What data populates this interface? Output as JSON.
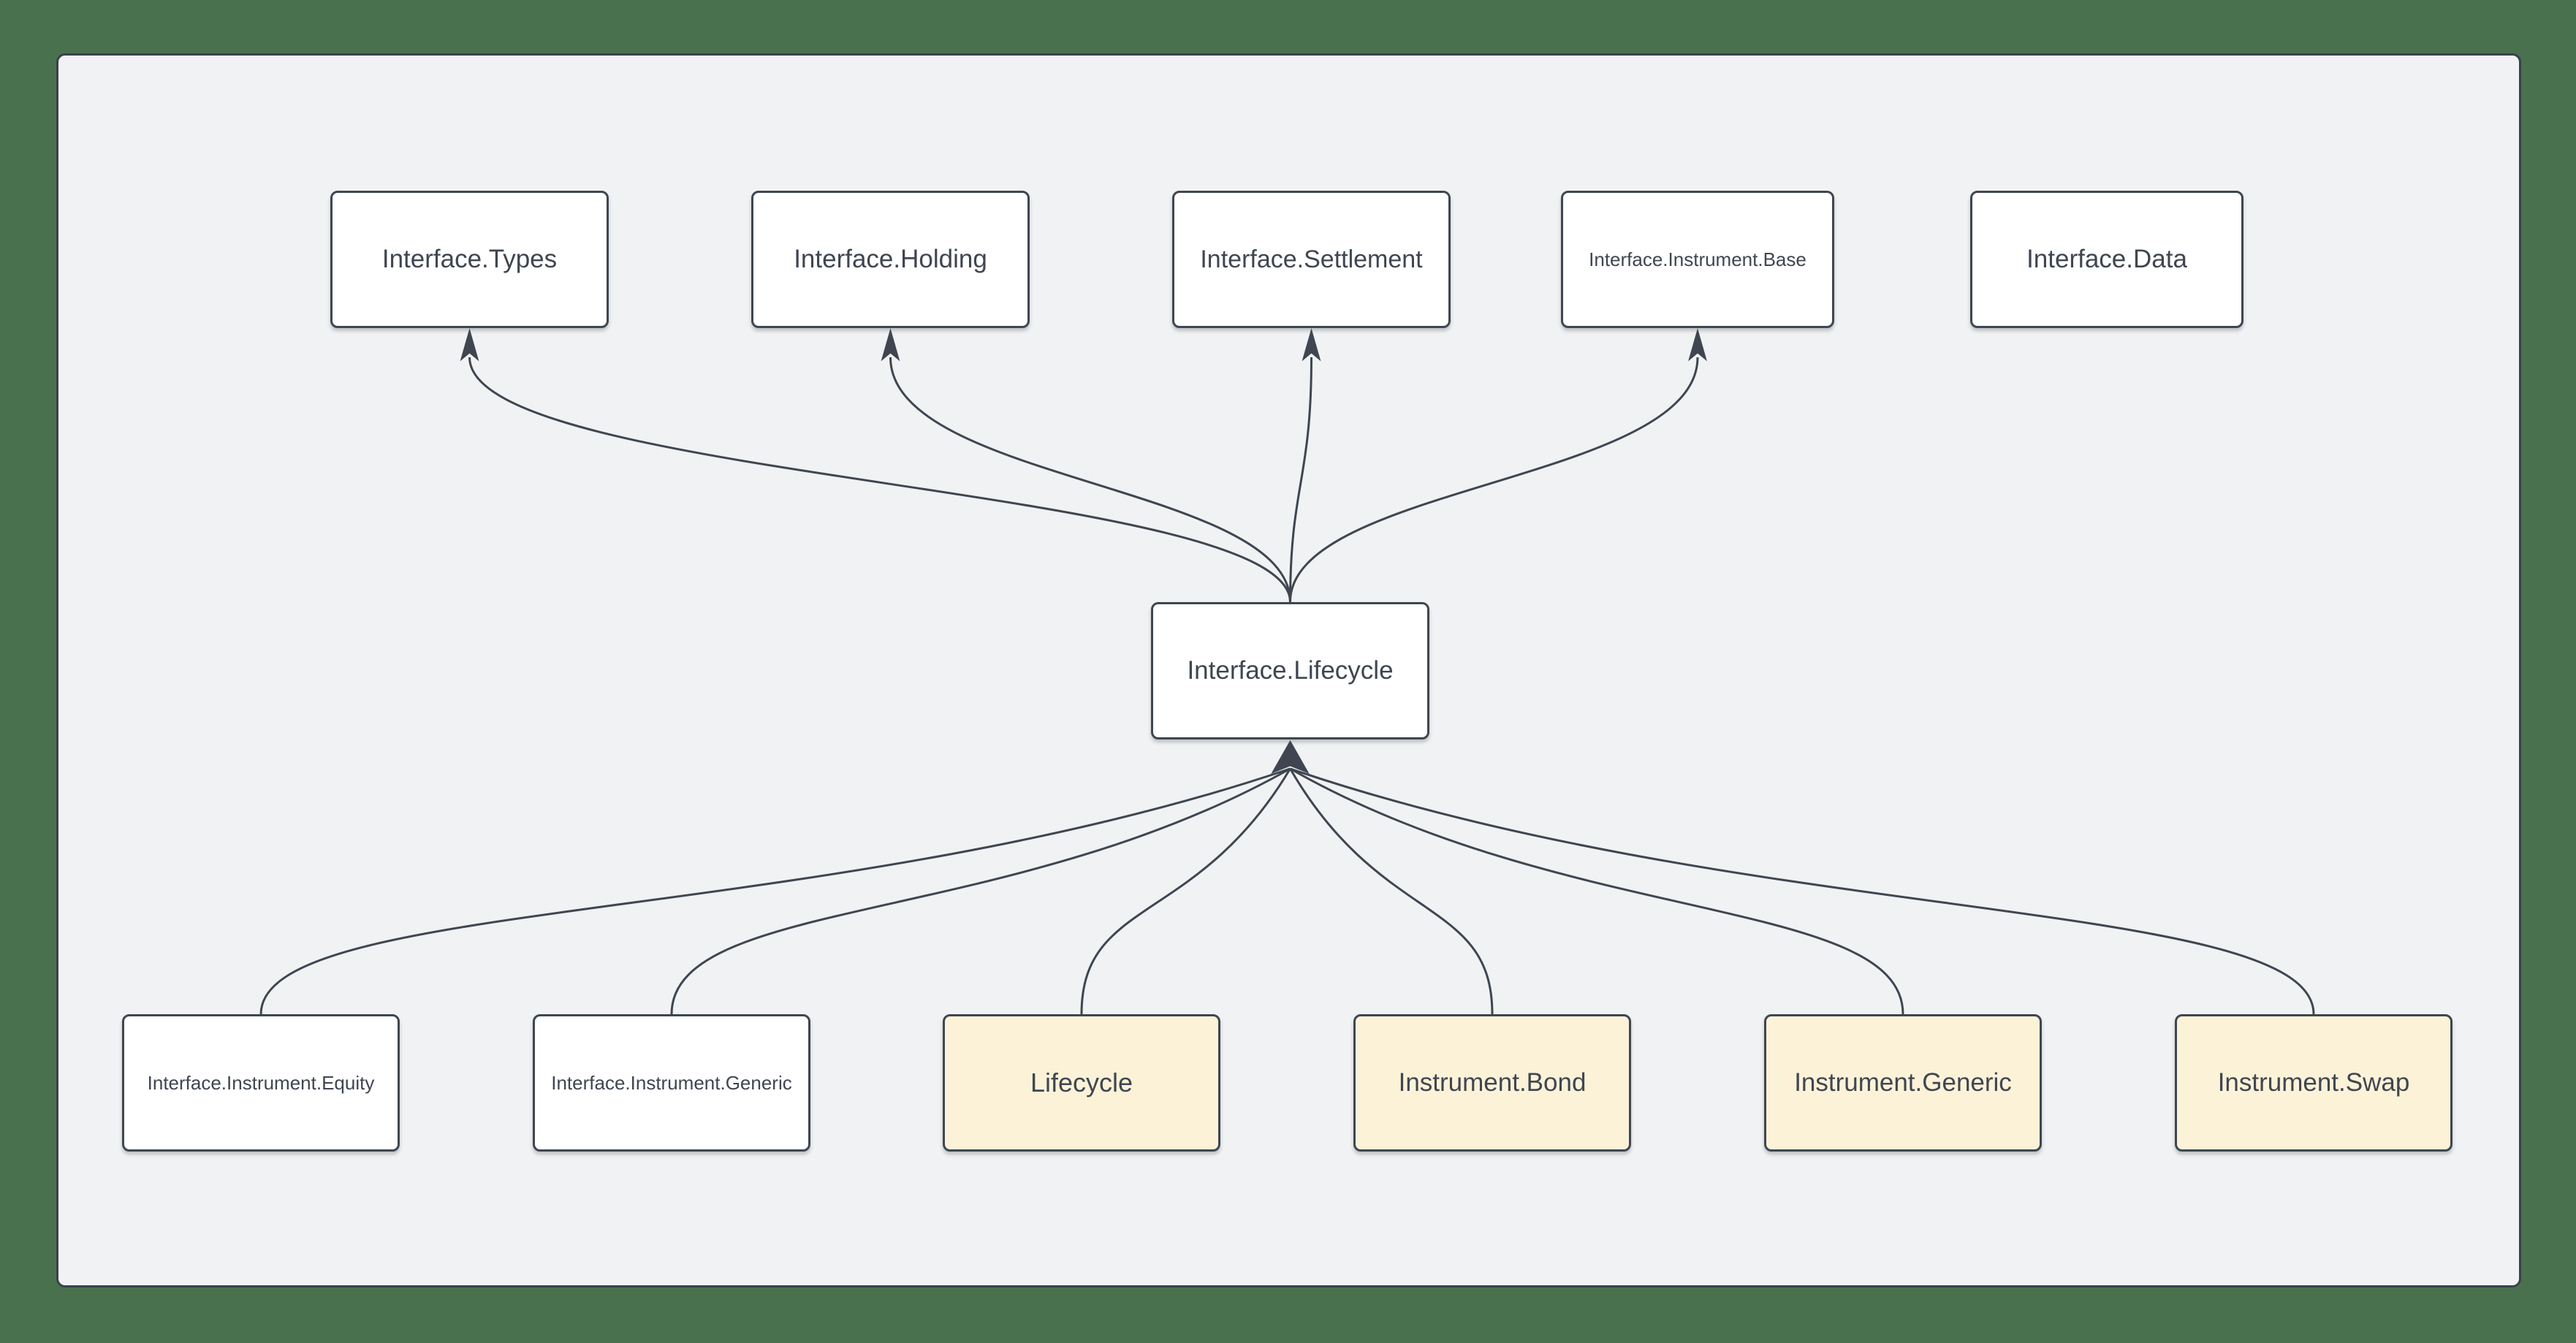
{
  "diagram": {
    "colors": {
      "background": "#49714e",
      "panel": "#f0f2f3",
      "stroke": "#3f4651",
      "node_fill": "#ffffff",
      "highlight_fill": "#fcf2d8"
    },
    "nodes": [
      {
        "id": "interface-types",
        "label": "Interface.Types",
        "highlight": false
      },
      {
        "id": "interface-holding",
        "label": "Interface.Holding",
        "highlight": false
      },
      {
        "id": "interface-settlement",
        "label": "Interface.Settlement",
        "highlight": false
      },
      {
        "id": "interface-instrument-base",
        "label": "Interface.Instrument.Base",
        "highlight": false
      },
      {
        "id": "interface-data",
        "label": "Interface.Data",
        "highlight": false
      },
      {
        "id": "interface-lifecycle",
        "label": "Interface.Lifecycle",
        "highlight": false
      },
      {
        "id": "interface-instrument-equity",
        "label": "Interface.Instrument.Equity",
        "highlight": false
      },
      {
        "id": "interface-instrument-generic",
        "label": "Interface.Instrument.Generic",
        "highlight": false
      },
      {
        "id": "lifecycle",
        "label": "Lifecycle",
        "highlight": true
      },
      {
        "id": "instrument-bond",
        "label": "Instrument.Bond",
        "highlight": true
      },
      {
        "id": "instrument-generic",
        "label": "Instrument.Generic",
        "highlight": true
      },
      {
        "id": "instrument-swap",
        "label": "Instrument.Swap",
        "highlight": true
      }
    ],
    "edges": [
      {
        "from": "interface-lifecycle",
        "to": "interface-types"
      },
      {
        "from": "interface-lifecycle",
        "to": "interface-holding"
      },
      {
        "from": "interface-lifecycle",
        "to": "interface-settlement"
      },
      {
        "from": "interface-lifecycle",
        "to": "interface-instrument-base"
      },
      {
        "from": "interface-instrument-equity",
        "to": "interface-lifecycle"
      },
      {
        "from": "interface-instrument-generic",
        "to": "interface-lifecycle"
      },
      {
        "from": "lifecycle",
        "to": "interface-lifecycle"
      },
      {
        "from": "instrument-bond",
        "to": "interface-lifecycle"
      },
      {
        "from": "instrument-generic",
        "to": "interface-lifecycle"
      },
      {
        "from": "instrument-swap",
        "to": "interface-lifecycle"
      }
    ]
  }
}
